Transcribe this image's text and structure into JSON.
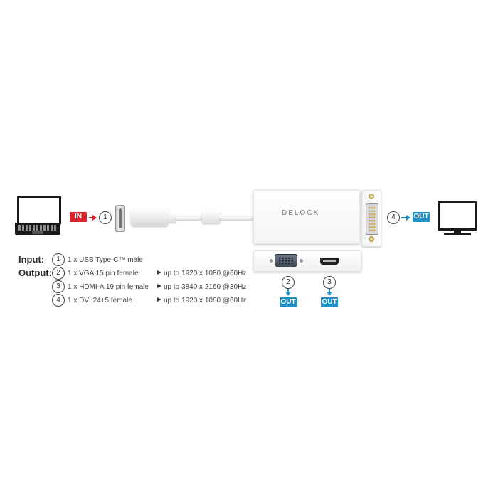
{
  "brand": "DELOCK",
  "tags": {
    "in": "IN",
    "out": "OUT"
  },
  "colors": {
    "in_tag": "#d8232a",
    "out_tag": "#1f8fc6",
    "arrow_in": "#d8232a",
    "arrow_out": "#1f8fc6"
  },
  "icons": {
    "source": "laptop-icon",
    "display": "monitor-icon"
  },
  "callouts": [
    "1",
    "2",
    "3",
    "4"
  ],
  "spec": {
    "input_label": "Input:",
    "output_label": "Output:",
    "input": {
      "num": "1",
      "text": "1 x USB Type-C™ male"
    },
    "outputs": [
      {
        "num": "2",
        "text": "1 x VGA 15 pin female",
        "resolution": "up to 1920 x 1080 @60Hz"
      },
      {
        "num": "3",
        "text": "1 x HDMI-A 19 pin female",
        "resolution": "up to 3840 x 2160 @30Hz"
      },
      {
        "num": "4",
        "text": "1 x DVI 24+5 female",
        "resolution": "up to 1920 x 1080 @60Hz"
      }
    ]
  }
}
